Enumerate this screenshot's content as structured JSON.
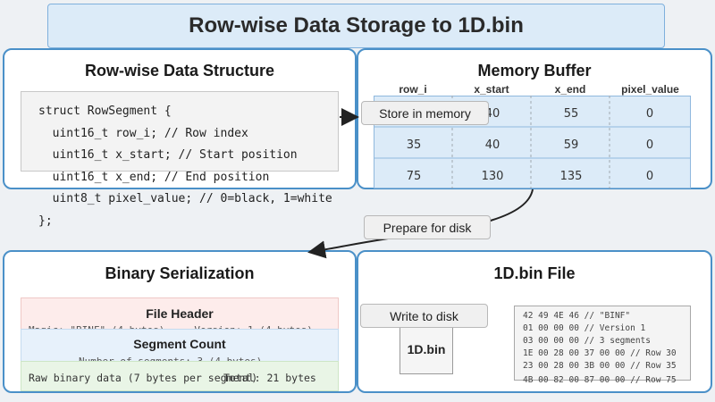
{
  "title": "Row-wise Data Storage to 1D.bin",
  "panels": {
    "row_structure": {
      "title": "Row-wise Data Structure",
      "code": [
        "struct RowSegment {",
        "  uint16_t row_i; // Row index",
        "  uint16_t x_start; // Start position",
        "  uint16_t x_end; // End position",
        "  uint8_t pixel_value; // 0=black, 1=white",
        "};"
      ]
    },
    "memory_buffer": {
      "title": "Memory Buffer",
      "headers": [
        "row_i",
        "x_start",
        "x_end",
        "pixel_value"
      ],
      "rows": [
        [
          "",
          "40",
          "55",
          "0"
        ],
        [
          "35",
          "40",
          "59",
          "0"
        ],
        [
          "75",
          "130",
          "135",
          "0"
        ]
      ]
    },
    "binary_serialization": {
      "title": "Binary Serialization",
      "file_header": {
        "title": "File Header",
        "text": "Magic: \"BINF\" (4 bytes)     Version: 1 (4 bytes)"
      },
      "segment_count": {
        "title": "Segment Count",
        "text": "Number of segments: 3 (4 bytes)"
      },
      "segment_data": {
        "text": "Raw binary data (7 bytes per segment)",
        "overlay": "Total: 21 bytes"
      }
    },
    "file_1d": {
      "title": "1D.bin File",
      "file_icon_label": "1D.bin",
      "hex_lines": [
        "42 49 4E 46 // \"BINF\"",
        "01 00 00 00 // Version 1",
        "03 00 00 00 // 3 segments",
        "1E 00 28 00 37 00 00 // Row 30",
        "23 00 28 00 3B 00 00 // Row 35",
        "4B 00 82 00 87 00 00 // Row 75"
      ]
    }
  },
  "labels": {
    "store": "Store in memory",
    "prepare": "Prepare for disk",
    "write": "Write to disk"
  },
  "colors": {
    "panel_border": "#4a90c8",
    "title_bg": "#dcebf8",
    "memory_bg": "#dcebf8",
    "header_section": "#fdeceb",
    "count_section": "#e7f1fb",
    "data_section": "#e9f5e6"
  }
}
